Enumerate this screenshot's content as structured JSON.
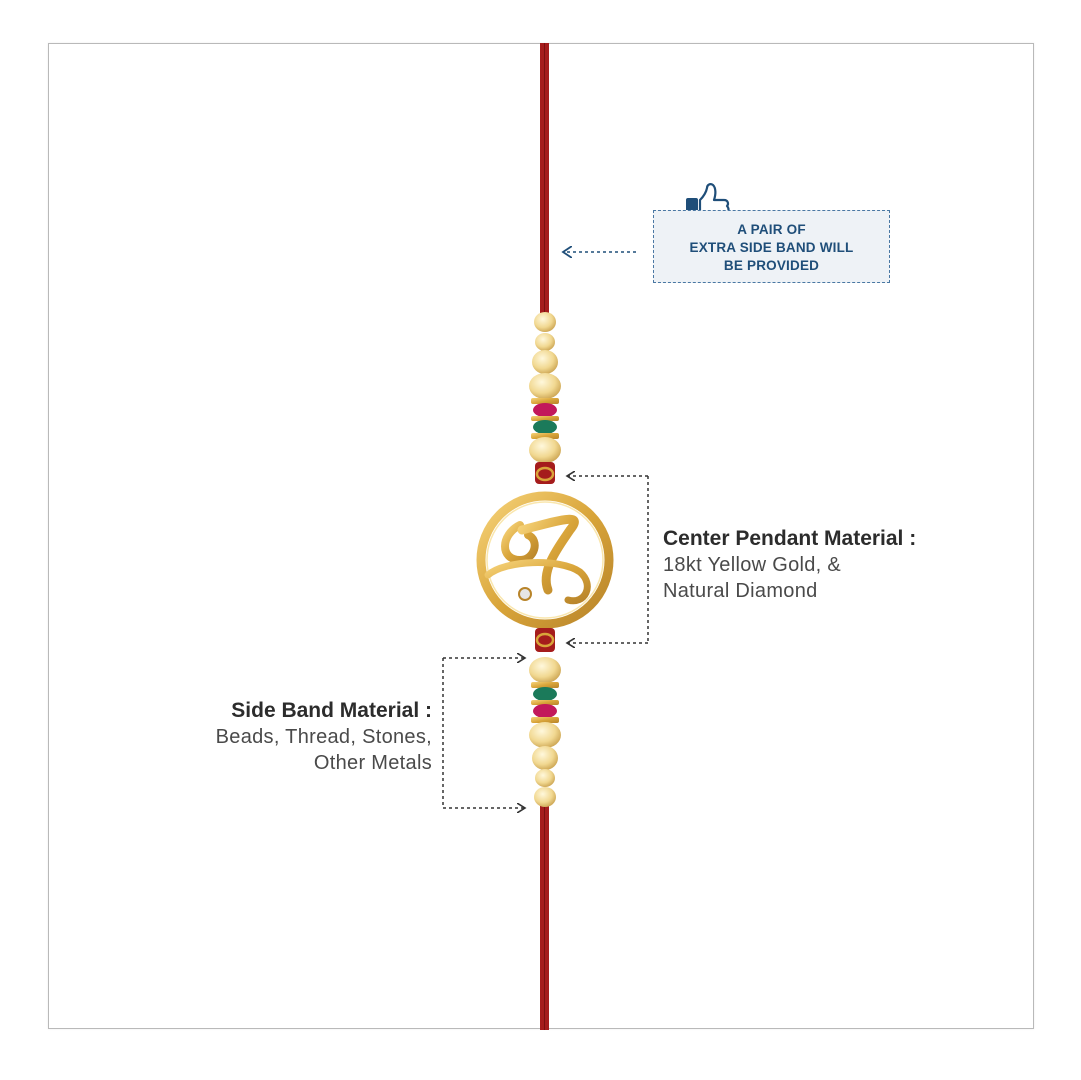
{
  "notice": {
    "lines": [
      "A PAIR OF",
      "EXTRA SIDE BAND WILL",
      "BE PROVIDED"
    ],
    "icon": "thumbs-up-icon"
  },
  "center_pendant": {
    "heading": "Center Pendant Material :",
    "lines": [
      "18kt Yellow Gold, &",
      "Natural Diamond"
    ]
  },
  "side_band": {
    "heading": "Side Band Material :",
    "lines": [
      "Beads, Thread, Stones,",
      "Other Metals"
    ]
  },
  "colors": {
    "thread": "#a51c1c",
    "gold": "#e8b84a",
    "bead": "#f3dc9a",
    "ruby": "#c2185b",
    "emerald": "#1b7a5a",
    "accent": "#1f4e79",
    "arrow": "#333333"
  }
}
